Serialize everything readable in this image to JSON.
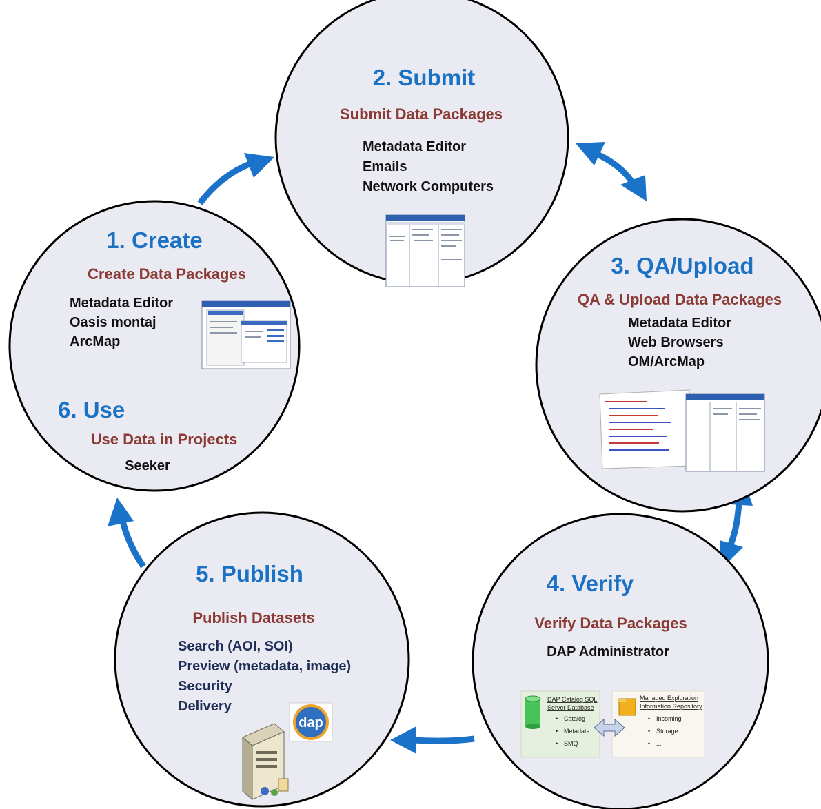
{
  "stages": {
    "create": {
      "title": "1. Create",
      "subtitle": "Create Data Packages",
      "tools": [
        "Metadata Editor",
        "Oasis montaj",
        "ArcMap"
      ]
    },
    "submit": {
      "title": "2. Submit",
      "subtitle": "Submit Data Packages",
      "tools": [
        "Metadata Editor",
        "Emails",
        "Network Computers"
      ]
    },
    "qa": {
      "title": "3. QA/Upload",
      "subtitle": "QA & Upload Data Packages",
      "tools": [
        "Metadata Editor",
        "Web Browsers",
        "OM/ArcMap"
      ]
    },
    "verify": {
      "title": "4. Verify",
      "subtitle": "Verify Data Packages",
      "tools": [
        "DAP Administrator"
      ]
    },
    "publish": {
      "title": "5. Publish",
      "subtitle": "Publish Datasets",
      "tools": [
        "Search (AOI, SOI)",
        "Preview (metadata, image)",
        "Security",
        "Delivery"
      ]
    },
    "use": {
      "title": "6. Use",
      "subtitle": "Use Data in Projects",
      "tools": [
        "Seeker"
      ]
    }
  },
  "verify_graphic": {
    "database_label": [
      "DAP Catalog SQL",
      "Server Database"
    ],
    "database_items": [
      "Catalog",
      "Metadata",
      "SMQ"
    ],
    "repository_label": [
      "Managed Exploration",
      "Information Repository"
    ],
    "repository_items": [
      "Incoming",
      "Storage",
      "..."
    ]
  },
  "dap_logo_text": "dap",
  "colors": {
    "heading": "#1b72c4",
    "subheading": "#8b3a34",
    "circle_fill": "#eaeaf3",
    "arrow": "#1a73c8"
  }
}
